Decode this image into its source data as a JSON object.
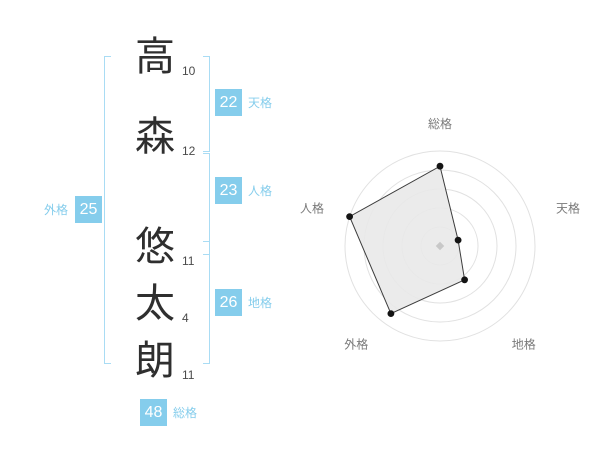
{
  "colors": {
    "accent": "#85cdec",
    "bracket": "#a9dcf4",
    "badge_text": "#ffffff",
    "name_text": "#2f2f2f",
    "stroke_text": "#4a4a4a",
    "axis_label": "#7a7a7a",
    "ring": "#e1e1e1",
    "polygon_fill": "#e9e9e9",
    "polygon_stroke": "#3c3c3c",
    "point": "#141414",
    "center_dot": "#c8c8c8"
  },
  "name_analysis": {
    "characters": [
      {
        "char": "高",
        "strokes": "10"
      },
      {
        "char": "森",
        "strokes": "12"
      },
      {
        "char": "悠",
        "strokes": "11"
      },
      {
        "char": "太",
        "strokes": "4"
      },
      {
        "char": "朗",
        "strokes": "11"
      }
    ],
    "kaku": {
      "tenkaku": {
        "label": "天格",
        "value": "22"
      },
      "jinkaku": {
        "label": "人格",
        "value": "23"
      },
      "chikaku": {
        "label": "地格",
        "value": "26"
      },
      "gaikaku": {
        "label": "外格",
        "value": "25"
      },
      "soukaku": {
        "label": "総格",
        "value": "48"
      }
    }
  },
  "chart_data": {
    "type": "radar",
    "title": "",
    "axes": [
      "総格",
      "天格",
      "地格",
      "外格",
      "人格"
    ],
    "values": [
      4.2,
      1.0,
      2.2,
      4.4,
      5.0
    ],
    "max": 5,
    "rings": 5,
    "legend": false,
    "grid": "concentric-circles"
  }
}
